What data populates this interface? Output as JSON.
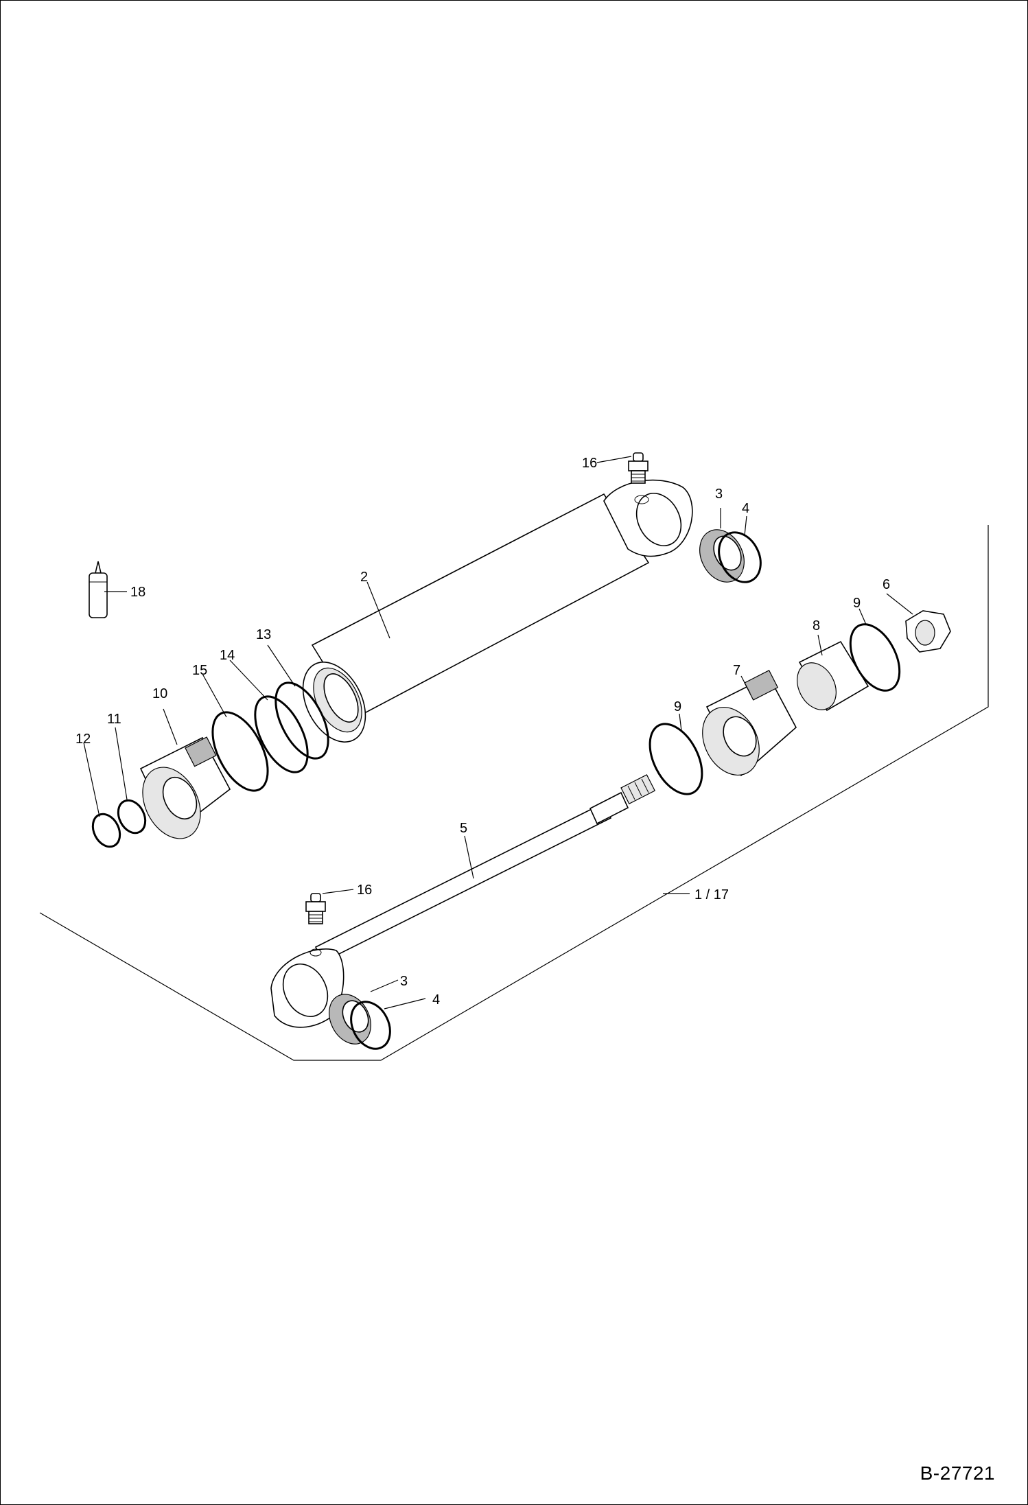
{
  "document_number": "B-27721",
  "callouts": {
    "c1_17": "1  /  17",
    "c2": "2",
    "c3_top": "3",
    "c4_top": "4",
    "c3_bottom": "3",
    "c4_bottom": "4",
    "c5": "5",
    "c6": "6",
    "c7": "7",
    "c8": "8",
    "c9_right": "9",
    "c9_left": "9",
    "c10": "10",
    "c11": "11",
    "c12": "12",
    "c13": "13",
    "c14": "14",
    "c15": "15",
    "c16_top": "16",
    "c16_bottom": "16",
    "c18": "18"
  }
}
